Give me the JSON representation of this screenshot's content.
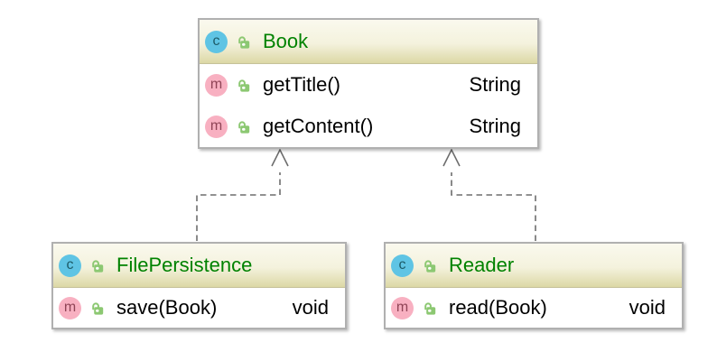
{
  "diagram": {
    "type": "uml-class-diagram",
    "background": "#ffffff"
  },
  "icons": {
    "class_letter": "c",
    "method_letter": "m",
    "visibility_icon": "public-open-padlock"
  },
  "colors": {
    "class_badge": "#5fc4e4",
    "class_badge_letter": "#1d5b68",
    "method_badge": "#f8b0c1",
    "method_badge_letter": "#8f4456",
    "lock_green": "#8cc872",
    "class_name_text": "#008200",
    "member_text": "#000000",
    "header_gradient_top": "#faf9ee",
    "header_gradient_bottom": "#dcd8a5",
    "box_border": "#b0b0b0",
    "connector": "#6d6d6d"
  },
  "classes": [
    {
      "name": "Book",
      "kind": "class",
      "methods": [
        {
          "name": "getTitle()",
          "return_type": "String",
          "visibility": "public"
        },
        {
          "name": "getContent()",
          "return_type": "String",
          "visibility": "public"
        }
      ]
    },
    {
      "name": "FilePersistence",
      "kind": "class",
      "methods": [
        {
          "name": "save(Book)",
          "return_type": "void",
          "visibility": "public"
        }
      ]
    },
    {
      "name": "Reader",
      "kind": "class",
      "methods": [
        {
          "name": "read(Book)",
          "return_type": "void",
          "visibility": "public"
        }
      ]
    }
  ],
  "relations": [
    {
      "from": "FilePersistence",
      "to": "Book",
      "line": "dashed",
      "arrowhead": "open"
    },
    {
      "from": "Reader",
      "to": "Book",
      "line": "dashed",
      "arrowhead": "open"
    }
  ]
}
